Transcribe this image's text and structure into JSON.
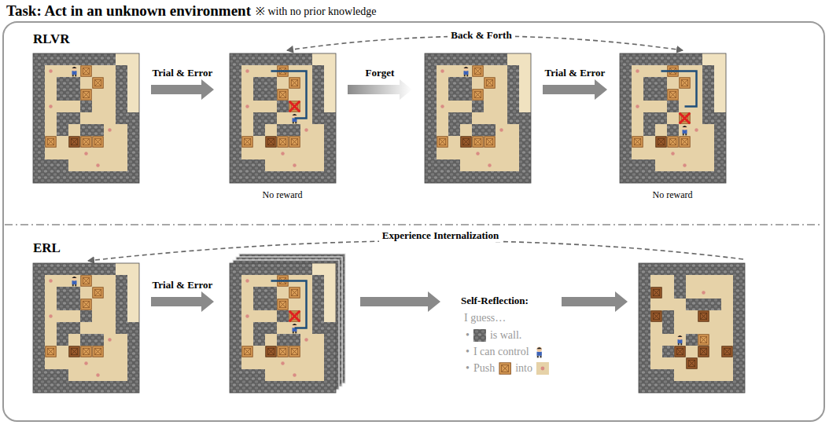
{
  "diagram": {
    "title": "Task: Act in an unknown environment",
    "labels": [
      "※ with no prior knowledge",
      "RLVR",
      "Trial & Error",
      "Forget",
      "Back & Forth",
      "Trial & Error",
      "No reward",
      "No reward",
      "ERL",
      "Experience Internalization",
      "Trial & Error",
      "Self-Reflection:",
      "I guess…",
      "•",
      "is wall.",
      "•",
      "I can control",
      "•",
      "Push",
      "into"
    ]
  }
}
